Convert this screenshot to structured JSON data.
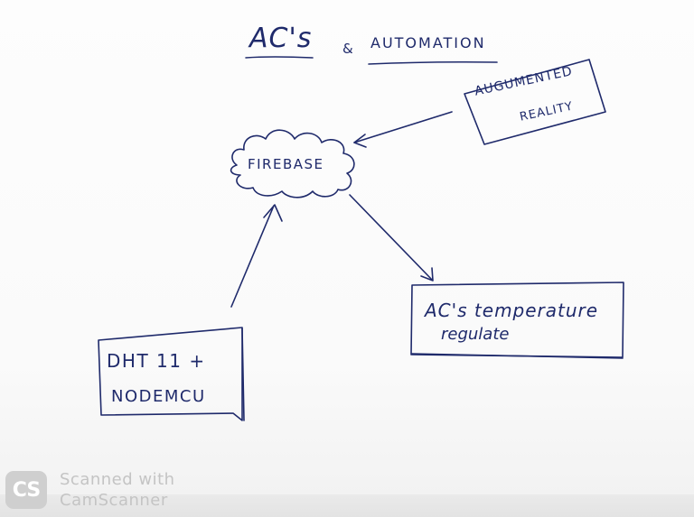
{
  "title": {
    "main": "AC's",
    "connector": "&",
    "subtitle": "AUTOMATION"
  },
  "nodes": {
    "firebase": {
      "label": "FIREBASE"
    },
    "augmented_reality": {
      "line1": "AUGUMENTED",
      "line2": "REALITY"
    },
    "ac_regulator": {
      "line1": "AC's temperature",
      "line2": "regulate"
    },
    "dht_sensor": {
      "line1": "DHT 11 +",
      "line2": "NODEMCU"
    }
  },
  "edges": [
    {
      "from": "augmented_reality",
      "to": "firebase"
    },
    {
      "from": "dht_sensor",
      "to": "firebase"
    },
    {
      "from": "firebase",
      "to": "ac_regulator"
    }
  ],
  "watermark": {
    "logo_text": "CS",
    "line1": "Scanned with",
    "line2": "CamScanner"
  },
  "colors": {
    "ink": "#1f2a6b",
    "watermark": "#c4c4c4"
  }
}
